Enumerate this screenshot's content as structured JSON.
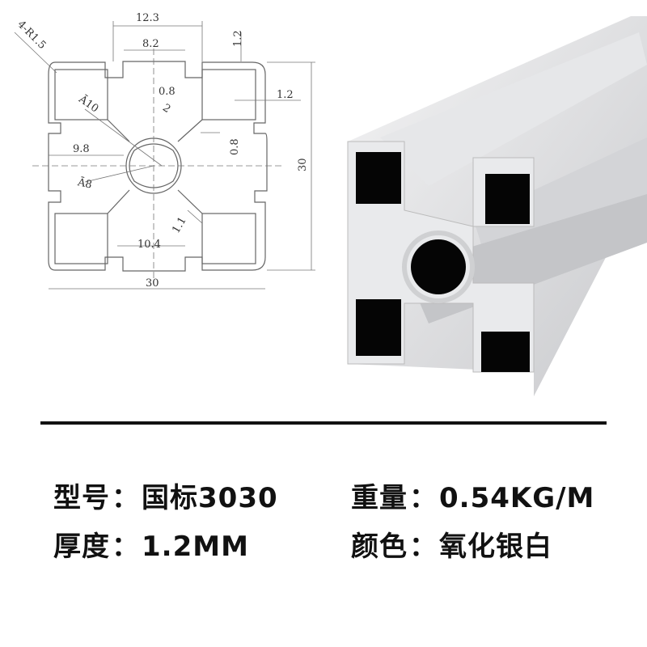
{
  "drawing": {
    "dims": {
      "top_width": "12.3",
      "slot_width": "8.2",
      "lip_thickness": "1.2",
      "corner_radius": "4-R1.5",
      "wall_a": "0.8",
      "wall_b": "2",
      "diameter_outer": "Ā10",
      "side_wall": "1.2",
      "offset": "9.8",
      "center_wall": "0.8",
      "height": "30",
      "diameter_inner": "Ā8",
      "web": "1.1",
      "bottom_slot": "10.4",
      "bottom_width": "30"
    }
  },
  "specs": [
    {
      "label": "型号",
      "value": "国标3030"
    },
    {
      "label": "重量",
      "value": "0.54KG/M"
    },
    {
      "label": "厚度",
      "value": "1.2MM"
    },
    {
      "label": "颜色",
      "value": "氧化银白"
    }
  ],
  "colors": {
    "line": "#555555",
    "profile_fill": "#f2f2f2",
    "photo_metal": "#d9dadc"
  }
}
